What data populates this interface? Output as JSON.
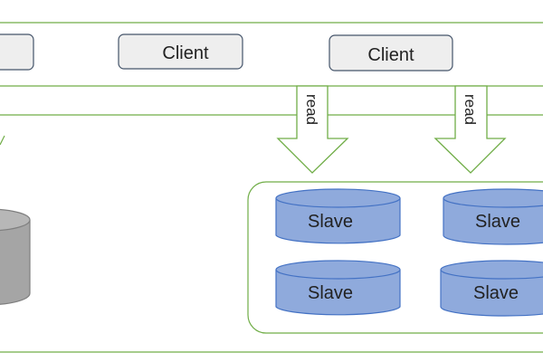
{
  "clients": [
    {
      "label": "Client"
    },
    {
      "label": "Client"
    }
  ],
  "arrows": [
    {
      "label": "read"
    },
    {
      "label": "read"
    }
  ],
  "slaves": [
    {
      "label": "Slave"
    },
    {
      "label": "Slave"
    },
    {
      "label": "Slave"
    },
    {
      "label": "Slave"
    }
  ],
  "colors": {
    "border_green": "#70ad47",
    "client_fill": "#eeeeee",
    "client_stroke": "#44546a",
    "slave_fill": "#8faadc",
    "slave_stroke": "#4472c4",
    "master_fill": "#a5a5a5",
    "master_stroke": "#7f7f7f"
  }
}
